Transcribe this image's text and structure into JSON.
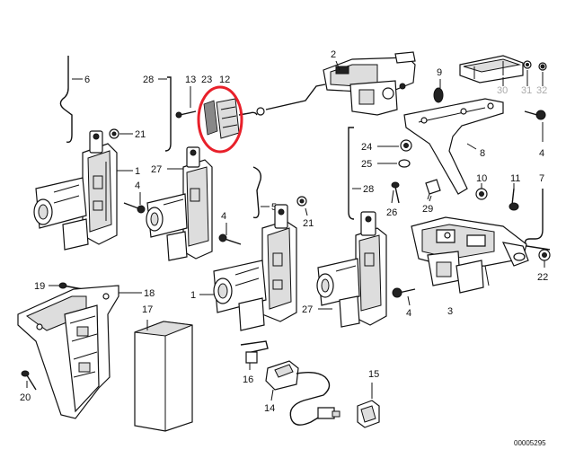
{
  "diagram": {
    "labels": {
      "p1a": "1",
      "p1b": "1",
      "p2": "2",
      "p3": "3",
      "p4a": "4",
      "p4b": "4",
      "p4c": "4",
      "p4d": "4",
      "p5": "5",
      "p6": "6",
      "p7": "7",
      "p8": "8",
      "p9": "9",
      "p10": "10",
      "p11": "11",
      "p12": "12",
      "p13": "13",
      "p14": "14",
      "p15": "15",
      "p16": "16",
      "p17": "17",
      "p18": "18",
      "p19": "19",
      "p20": "20",
      "p21a": "21",
      "p21b": "21",
      "p22": "22",
      "p23": "23",
      "p24": "24",
      "p25": "25",
      "p26": "26",
      "p27a": "27",
      "p27b": "27",
      "p28a": "28",
      "p28b": "28",
      "p29": "29",
      "p30": "30",
      "p31": "31",
      "p32": "32"
    },
    "catalog_number": "00005295",
    "highlight_color": "#e8202a"
  }
}
